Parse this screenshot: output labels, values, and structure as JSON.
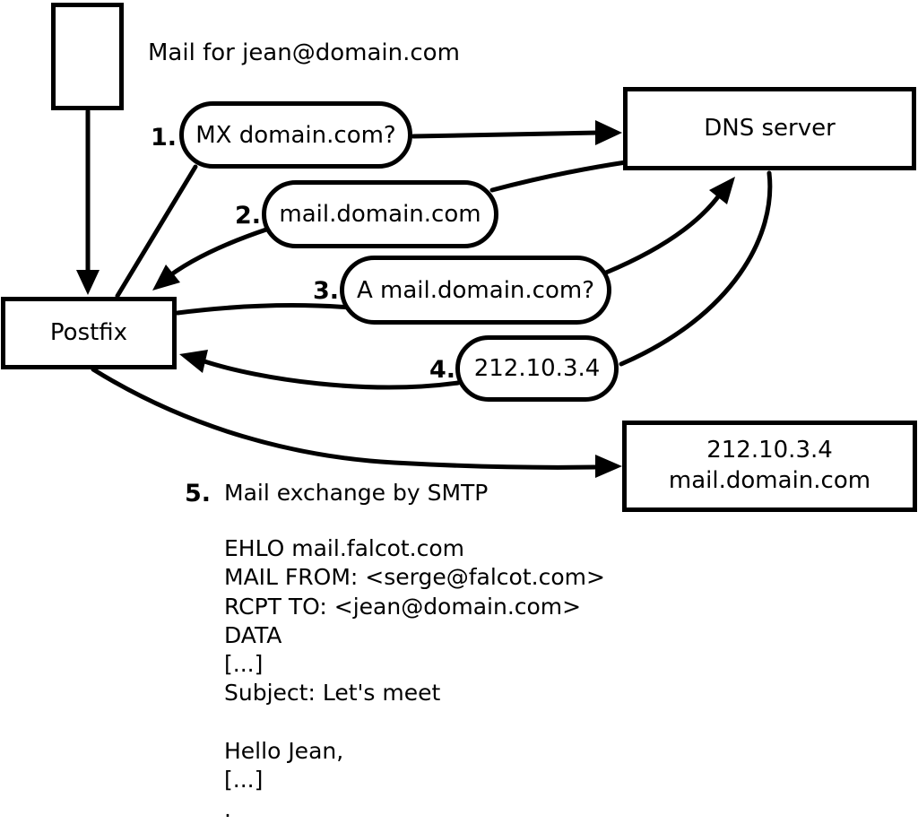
{
  "title": "Mail for jean@domain.com",
  "nodes": {
    "postfix": {
      "label": "Postfix"
    },
    "dns_server": {
      "label": "DNS server"
    },
    "destination": {
      "line1": "212.10.3.4",
      "line2": "mail.domain.com"
    }
  },
  "steps": [
    {
      "number": "1.",
      "label": "MX domain.com?"
    },
    {
      "number": "2.",
      "label": "mail.domain.com"
    },
    {
      "number": "3.",
      "label": "A mail.domain.com?"
    },
    {
      "number": "4.",
      "label": "212.10.3.4"
    },
    {
      "number": "5.",
      "label": "Mail exchange by SMTP"
    }
  ],
  "smtp_session": {
    "lines": [
      "EHLO mail.falcot.com",
      "MAIL FROM: <serge@falcot.com>",
      "RCPT TO: <jean@domain.com>",
      "DATA",
      "[...]",
      "Subject: Let's meet",
      "",
      "Hello Jean,",
      "[...]",
      "."
    ]
  },
  "colors": {
    "stroke": "#000000",
    "background": "#ffffff"
  }
}
